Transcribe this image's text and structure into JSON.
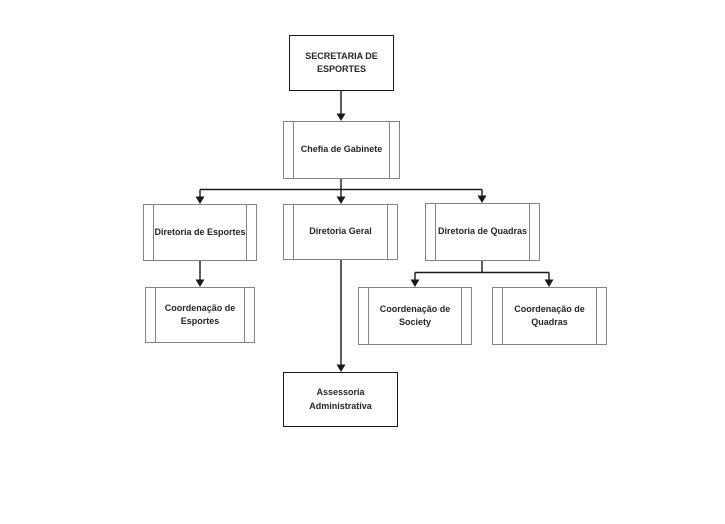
{
  "colors": {
    "box_border_gray": "#848484",
    "box_border_black": "#1a1a1a",
    "text": "#262626",
    "connector": "#1a1a1a",
    "background": "#ffffff"
  },
  "org_chart": {
    "type": "organizational-diagram",
    "nodes": [
      {
        "id": "secretaria",
        "label": "SECRETARIA DE ESPORTES",
        "shape": "plain-rectangle"
      },
      {
        "id": "chefia",
        "label": "Chefia de Gabinete",
        "shape": "striped-rectangle"
      },
      {
        "id": "dir-esportes",
        "label": "Diretoria de Esportes",
        "shape": "striped-rectangle"
      },
      {
        "id": "dir-geral",
        "label": "Diretoria Geral",
        "shape": "striped-rectangle"
      },
      {
        "id": "dir-quadras",
        "label": "Diretoria de Quadras",
        "shape": "striped-rectangle"
      },
      {
        "id": "coord-esportes",
        "label": "Coordenação de Esportes",
        "shape": "striped-rectangle"
      },
      {
        "id": "coord-society",
        "label": "Coordenação de Society",
        "shape": "striped-rectangle"
      },
      {
        "id": "coord-quadras",
        "label": "Coordenação de Quadras",
        "shape": "striped-rectangle"
      },
      {
        "id": "assessoria",
        "label": "Assessoria Administrativa",
        "shape": "plain-rectangle"
      }
    ],
    "edges": [
      {
        "from": "secretaria",
        "to": "chefia"
      },
      {
        "from": "chefia",
        "to": "dir-esportes"
      },
      {
        "from": "chefia",
        "to": "dir-geral"
      },
      {
        "from": "chefia",
        "to": "dir-quadras"
      },
      {
        "from": "dir-esportes",
        "to": "coord-esportes"
      },
      {
        "from": "dir-quadras",
        "to": "coord-society"
      },
      {
        "from": "dir-quadras",
        "to": "coord-quadras"
      },
      {
        "from": "dir-geral",
        "to": "assessoria"
      }
    ]
  }
}
